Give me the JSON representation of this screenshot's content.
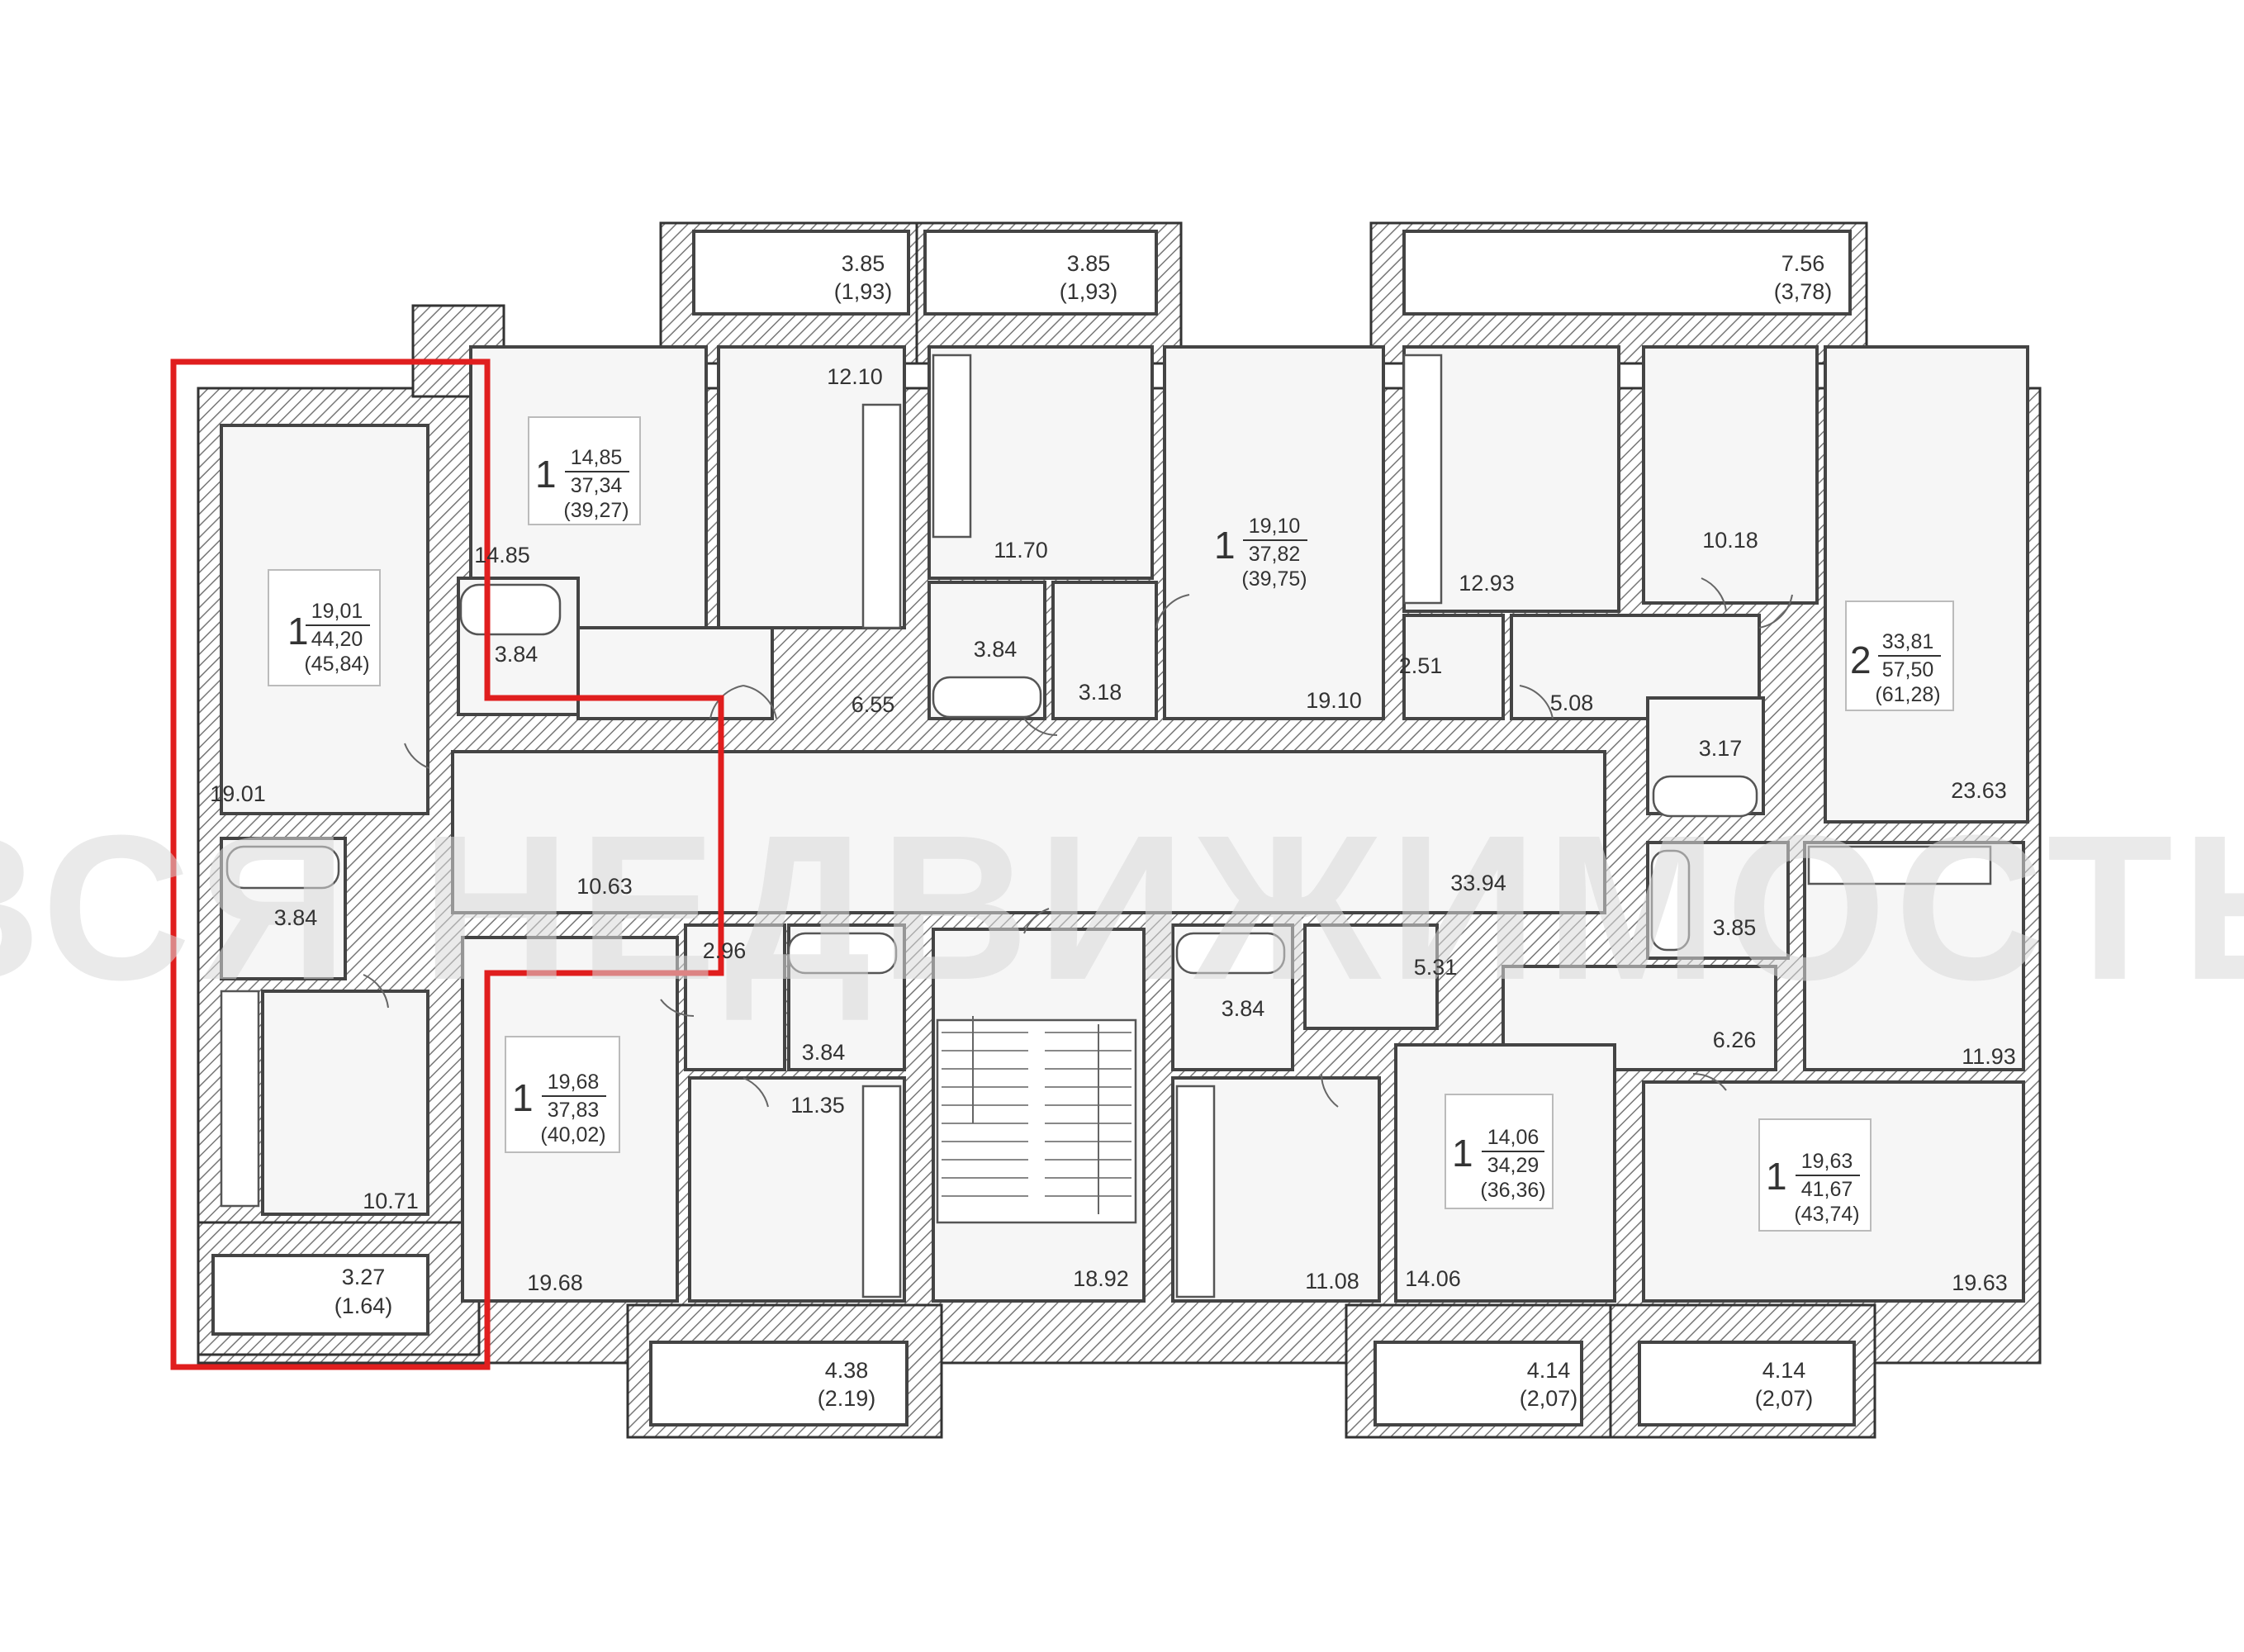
{
  "watermark": "ВСЯ НЕДВИЖИМОСТЬ",
  "highlight_color": "#e01e1e",
  "apartments": [
    {
      "id": "a1",
      "rooms": "1",
      "living": "19,01",
      "total": "44,20",
      "total_with_balcony": "(45,84)"
    },
    {
      "id": "a2",
      "rooms": "1",
      "living": "14,85",
      "total": "37,34",
      "total_with_balcony": "(39,27)"
    },
    {
      "id": "a3",
      "rooms": "1",
      "living": "19,10",
      "total": "37,82",
      "total_with_balcony": "(39,75)"
    },
    {
      "id": "a4",
      "rooms": "2",
      "living": "33,81",
      "total": "57,50",
      "total_with_balcony": "(61,28)"
    },
    {
      "id": "a5",
      "rooms": "1",
      "living": "19,68",
      "total": "37,83",
      "total_with_balcony": "(40,02)"
    },
    {
      "id": "a6",
      "rooms": "1",
      "living": "14,06",
      "total": "34,29",
      "total_with_balcony": "(36,36)"
    },
    {
      "id": "a7",
      "rooms": "1",
      "living": "19,63",
      "total": "41,67",
      "total_with_balcony": "(43,74)"
    }
  ],
  "balconies": [
    {
      "id": "b1",
      "area": "3.85",
      "reduced": "(1,93)"
    },
    {
      "id": "b2",
      "area": "3.85",
      "reduced": "(1,93)"
    },
    {
      "id": "b3",
      "area": "7.56",
      "reduced": "(3,78)"
    },
    {
      "id": "b4",
      "area": "3.27",
      "reduced": "(1.64)"
    },
    {
      "id": "b5",
      "area": "4.38",
      "reduced": "(2.19)"
    },
    {
      "id": "b6",
      "area": "4.14",
      "reduced": "(2,07)"
    },
    {
      "id": "b7",
      "area": "4.14",
      "reduced": "(2,07)"
    }
  ],
  "room_areas": [
    {
      "id": "r1",
      "value": "12.10"
    },
    {
      "id": "r2",
      "value": "14.85"
    },
    {
      "id": "r3",
      "value": "3.84"
    },
    {
      "id": "r4",
      "value": "6.55"
    },
    {
      "id": "r5",
      "value": "11.70"
    },
    {
      "id": "r6",
      "value": "3.84"
    },
    {
      "id": "r7",
      "value": "3.18"
    },
    {
      "id": "r8",
      "value": "19.10"
    },
    {
      "id": "r9",
      "value": "12.93"
    },
    {
      "id": "r10",
      "value": "2.51"
    },
    {
      "id": "r11",
      "value": "5.08"
    },
    {
      "id": "r12",
      "value": "10.18"
    },
    {
      "id": "r13",
      "value": "3.17"
    },
    {
      "id": "r14",
      "value": "23.63"
    },
    {
      "id": "r15",
      "value": "19.01"
    },
    {
      "id": "r16",
      "value": "3.84"
    },
    {
      "id": "r17",
      "value": "10.63"
    },
    {
      "id": "r18",
      "value": "33.94"
    },
    {
      "id": "r19",
      "value": "3.85"
    },
    {
      "id": "r20",
      "value": "2.96"
    },
    {
      "id": "r21",
      "value": "5.31"
    },
    {
      "id": "r22",
      "value": "3.84"
    },
    {
      "id": "r23",
      "value": "3.84"
    },
    {
      "id": "r24",
      "value": "6.26"
    },
    {
      "id": "r25",
      "value": "11.93"
    },
    {
      "id": "r26",
      "value": "11.35"
    },
    {
      "id": "r27",
      "value": "10.71"
    },
    {
      "id": "r28",
      "value": "19.68"
    },
    {
      "id": "r29",
      "value": "18.92"
    },
    {
      "id": "r30",
      "value": "11.08"
    },
    {
      "id": "r31",
      "value": "14.06"
    },
    {
      "id": "r32",
      "value": "19.63"
    }
  ]
}
